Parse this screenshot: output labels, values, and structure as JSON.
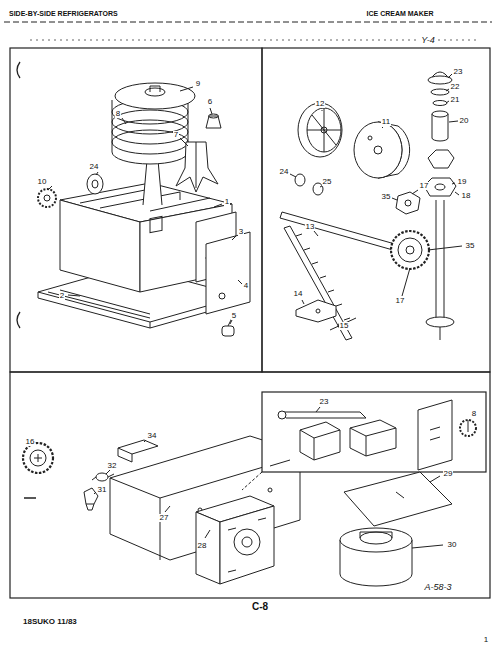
{
  "diagram": {
    "labels": [
      "SIDE-BY-SIDE REFRIGERATORS",
      "ICE CREAM MAKER",
      "Y-4",
      "9",
      "8",
      "6",
      "7",
      "10",
      "24",
      "1",
      "3",
      "4",
      "2",
      "5",
      "12",
      "11",
      "23",
      "22",
      "21",
      "20",
      "35",
      "19",
      "18",
      "17",
      "35",
      "13",
      "17",
      "14",
      "15",
      "24",
      "25",
      "16",
      "34",
      "32",
      "31",
      "27",
      "23",
      "8",
      "29",
      "28",
      "30",
      "A-58-3",
      "C-8",
      "18SUKO 11/83",
      "1"
    ]
  }
}
